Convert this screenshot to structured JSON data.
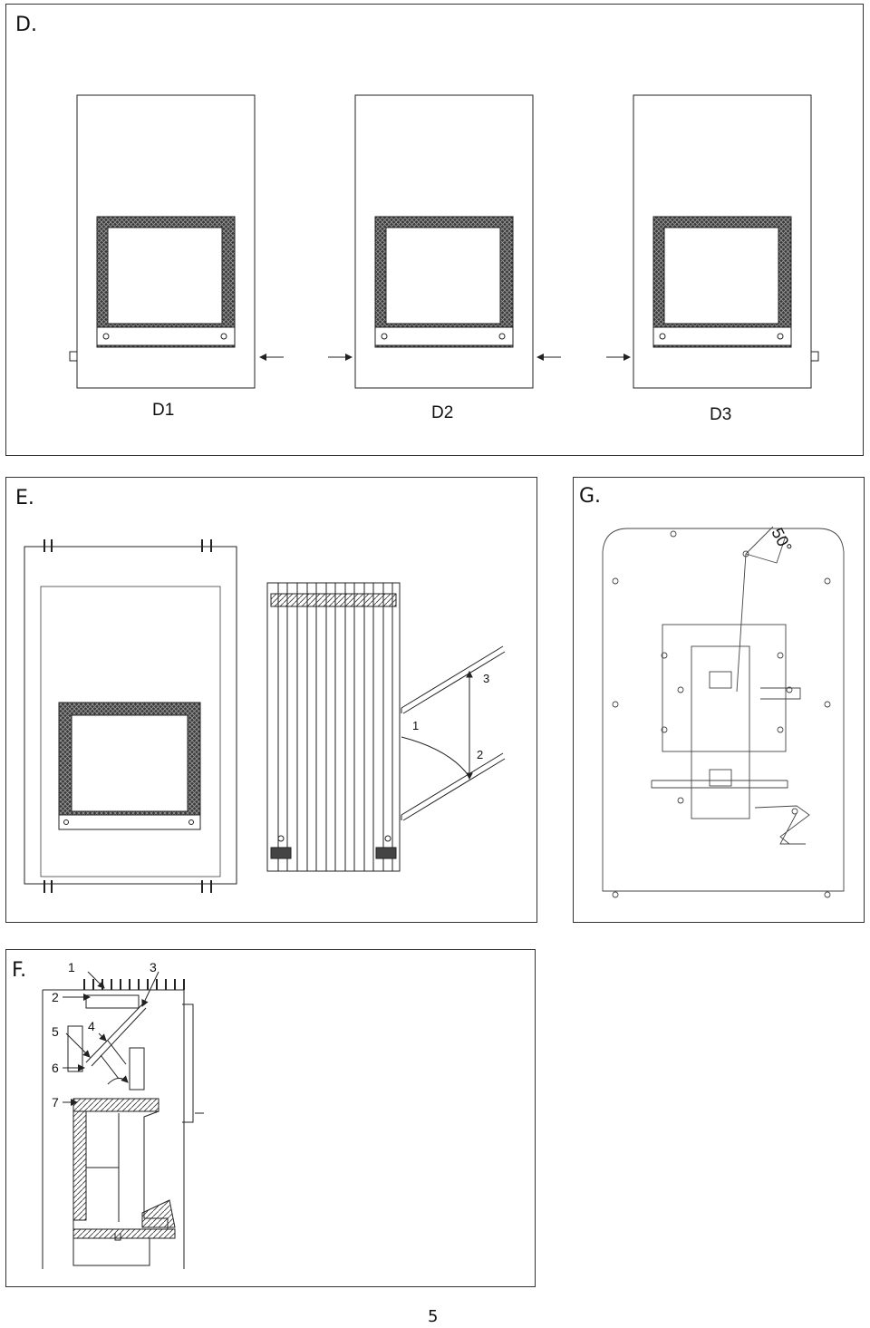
{
  "panels": {
    "d": {
      "label": "D.",
      "captions": [
        "D1",
        "D2",
        "D3"
      ]
    },
    "e": {
      "label": "E.",
      "callouts": [
        "1",
        "2",
        "3"
      ]
    },
    "g": {
      "label": "G.",
      "angle": "50°"
    },
    "f": {
      "label": "F.",
      "callouts": [
        "1",
        "2",
        "3",
        "4",
        "5",
        "6",
        "7"
      ]
    }
  },
  "page_number": "5"
}
